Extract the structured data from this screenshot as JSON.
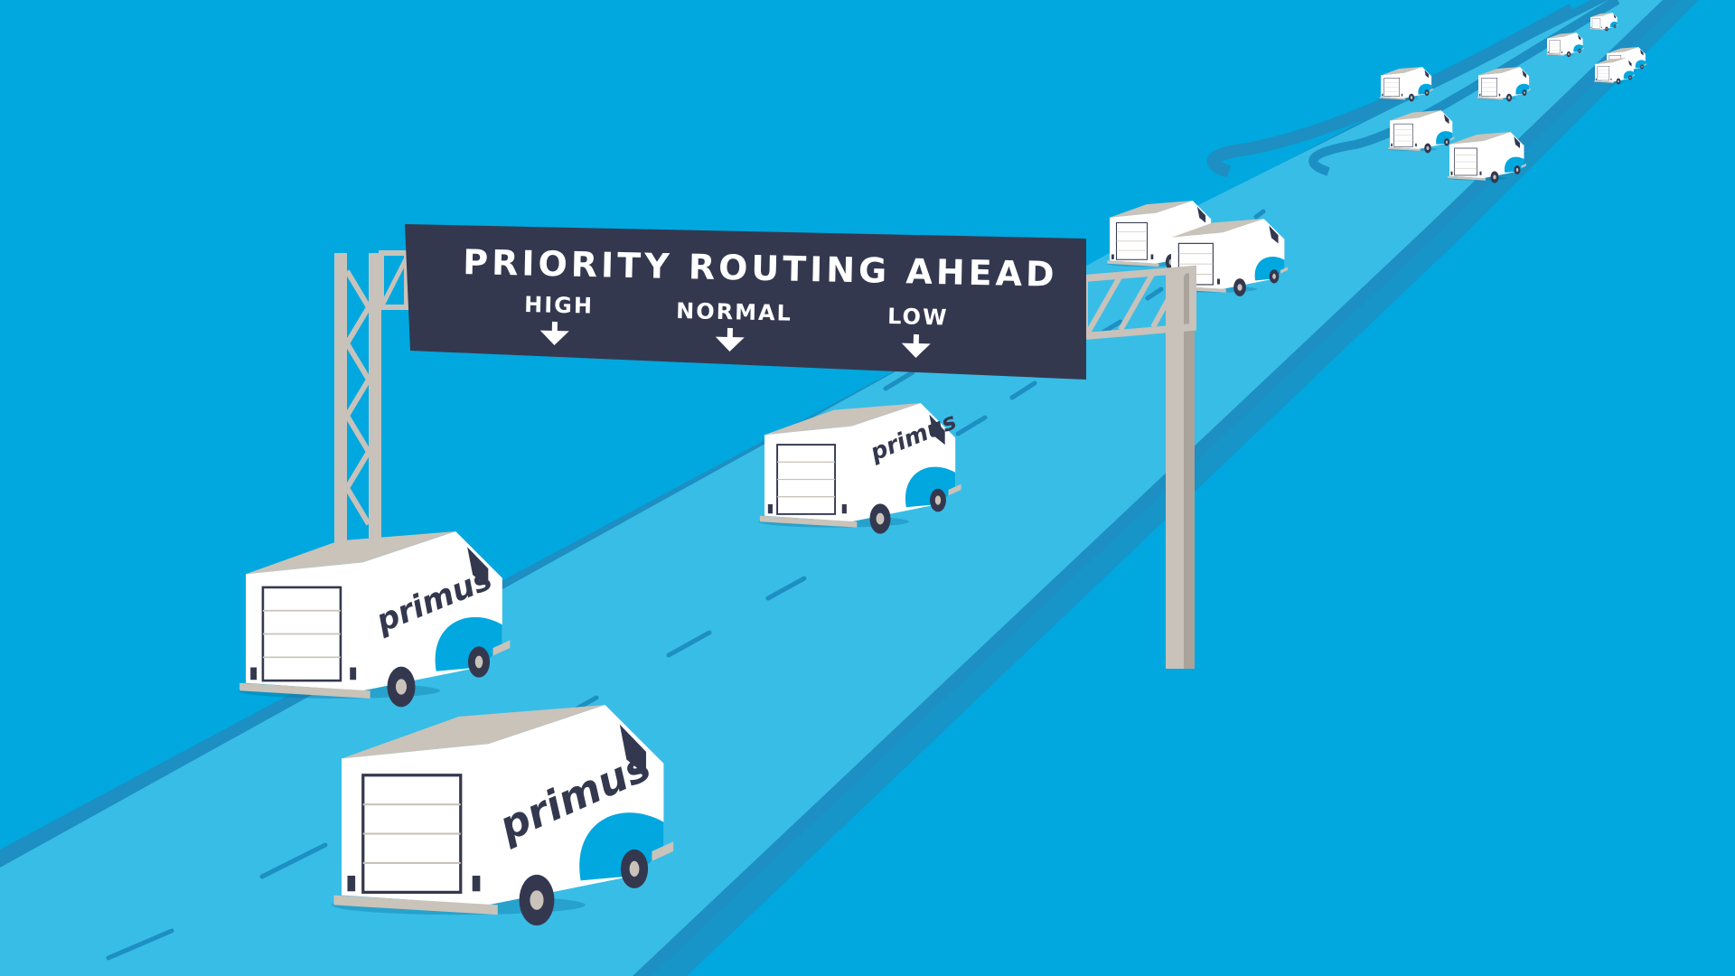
{
  "sign": {
    "title": "PRIORITY ROUTING AHEAD",
    "lanes": [
      {
        "label": "HIGH",
        "arrow": "arrow-down-icon"
      },
      {
        "label": "NORMAL",
        "arrow": "arrow-down-icon"
      },
      {
        "label": "LOW",
        "arrow": "arrow-down-icon"
      }
    ]
  },
  "brand": "primus",
  "colors": {
    "sky": "#00a8df",
    "road": "#38bde6",
    "road_edge": "#1d8fc2",
    "sign": "#34384f",
    "gantry": "#c8c2ba",
    "truck_body": "#ffffff",
    "truck_roof": "#c9c3ba",
    "accent": "#00a8df",
    "text_dark": "#34384f"
  }
}
